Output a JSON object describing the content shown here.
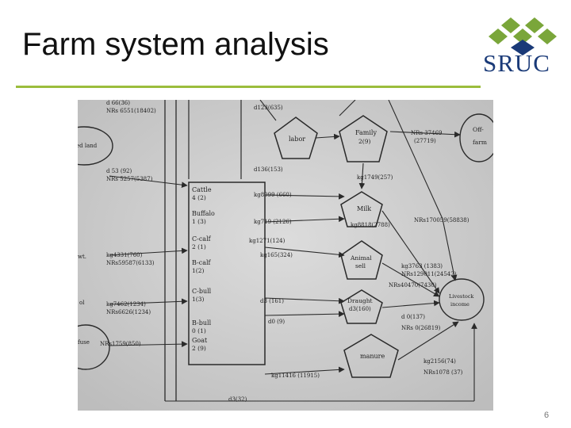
{
  "slide": {
    "title": "Farm system analysis",
    "page_number": "6"
  },
  "logo": {
    "text": "SRUC",
    "colors": {
      "diamonds": "#7aa63a",
      "text": "#1a3a78"
    }
  },
  "theme": {
    "rule_color": "#9bbd3c"
  },
  "diagram": {
    "nodes": {
      "labor": "labor",
      "family": [
        "Family",
        "2(9)"
      ],
      "off_farm": [
        "Off-",
        "farm"
      ],
      "milk": "Milk",
      "animal_sell": [
        "Animal",
        "sell"
      ],
      "draught": [
        "Draught",
        "d3(160)"
      ],
      "manure": "manure",
      "livestock_income": [
        "Livestock",
        "income"
      ],
      "left_ellipse_1": "ed land",
      "left_ellipse_2": ""
    },
    "livestock_box": [
      {
        "name": "Cattle",
        "count": "4 (2)"
      },
      {
        "name": "Buffalo",
        "count": "1 (3)"
      },
      {
        "name": "C-calf",
        "count": "2 (1)"
      },
      {
        "name": "B-calf",
        "count": "1(2)"
      },
      {
        "name": "C-bull",
        "count": "1(3)"
      },
      {
        "name": "B-bull",
        "count": "0 (1)"
      },
      {
        "name": "Goat",
        "count": "2 (9)"
      }
    ],
    "flow_labels": [
      "d 66(36)",
      "NRs 6551(18402)",
      "d123(635)",
      "d 53 (92)",
      "NRs 5257(5387)",
      "d136(153)",
      "NRs 37469",
      "(27719)",
      "kg1749(257)",
      "kg8099 (660)",
      "kg719 (2126)",
      "kg8818(2788)",
      "NRs170059(58838)",
      "kg1271(124)",
      "kg4331(760)",
      "NRs59587(6133)",
      "kg165(324)",
      "kg3763 (1383)",
      "NRs129011(24542)",
      "NRs40470(7430)",
      "kg7462(1234)",
      "NRs6626(1234)",
      "d3 (161)",
      "d0 (9)",
      "d 0(137)",
      "NRs 0(26819)",
      "NRs1759(850)",
      "kg2156(74)",
      "NRs1078 (37)",
      "kg11416 (11915)",
      "d3(32)"
    ],
    "left_edge_labels": [
      "ed land",
      "wt.",
      "ol",
      "fuse"
    ]
  }
}
